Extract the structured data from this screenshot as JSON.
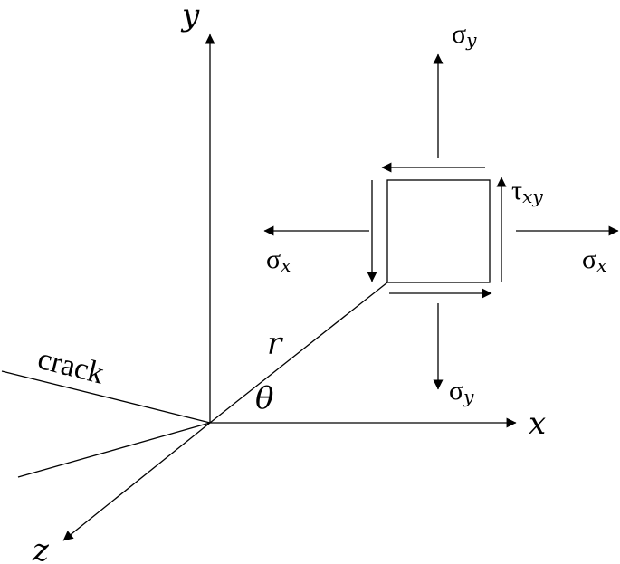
{
  "axes": {
    "y_label": "y",
    "x_label": "x",
    "z_label": "z"
  },
  "crack_label": "crack",
  "polar": {
    "r_label": "r",
    "theta_label": "θ"
  },
  "stresses": {
    "sigma_symbol": "σ",
    "tau_symbol": "τ",
    "sub_x": "x",
    "sub_y": "y",
    "sub_xy": "xy"
  },
  "colors": {
    "ink": "#000000",
    "background": "#ffffff"
  }
}
